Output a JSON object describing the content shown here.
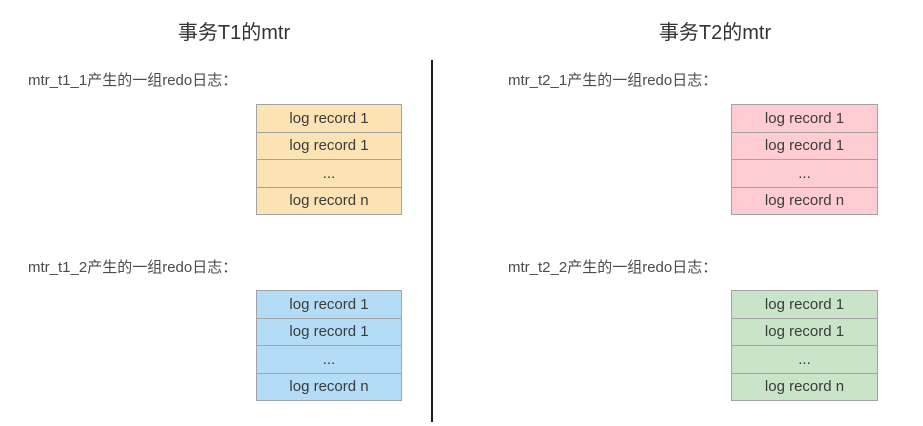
{
  "diagram": {
    "panels": [
      {
        "title": "事务T1的mtr",
        "groups": [
          {
            "label": "mtr_t1_1产生的一组redo日志：",
            "fill": "#fbe3b4",
            "rows": [
              "log record 1",
              "log record 1",
              "...",
              "log record n"
            ]
          },
          {
            "label": "mtr_t1_2产生的一组redo日志：",
            "fill": "#b4dcf6",
            "rows": [
              "log record 1",
              "log record 1",
              "...",
              "log record n"
            ]
          }
        ]
      },
      {
        "title": "事务T2的mtr",
        "groups": [
          {
            "label": "mtr_t2_1产生的一组redo日志：",
            "fill": "#ffccd2",
            "rows": [
              "log record 1",
              "log record 1",
              "...",
              "log record n"
            ]
          },
          {
            "label": "mtr_t2_2产生的一组redo日志：",
            "fill": "#c9e4c9",
            "rows": [
              "log record 1",
              "log record 1",
              "...",
              "log record n"
            ]
          }
        ]
      }
    ],
    "colors": {
      "table_border": "#a3a3a3",
      "divider": "#1c1c1c",
      "title_text": "#333333",
      "label_text": "#4c4c4c",
      "cell_text": "#3b3b3b"
    }
  }
}
